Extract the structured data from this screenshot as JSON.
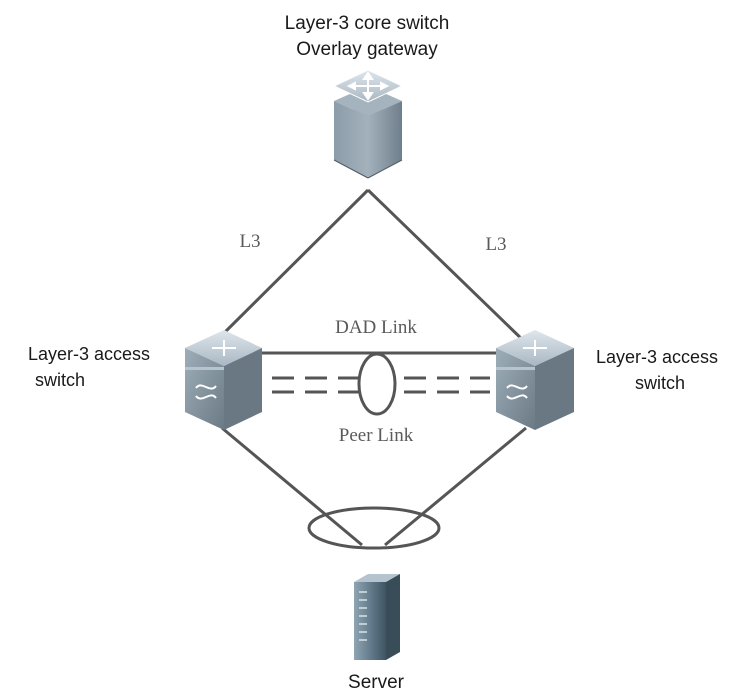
{
  "core": {
    "line1": "Layer-3 core switch",
    "line2": "Overlay gateway"
  },
  "access_left": {
    "line1": "Layer-3 access",
    "line2": "switch"
  },
  "access_right": {
    "line1": "Layer-3 access",
    "line2": "switch"
  },
  "links": {
    "l3_left": "L3",
    "l3_right": "L3",
    "dad": "DAD Link",
    "peer": "Peer Link"
  },
  "server": {
    "label": "Server"
  },
  "colors": {
    "line": "#555555",
    "device_top": "#b9c6d1",
    "device_side": "#7d8d99",
    "device_dark": "#5e6b75",
    "server_body": "#6f8796"
  },
  "icons": [
    "core-switch-icon",
    "access-switch-icon",
    "server-icon"
  ]
}
